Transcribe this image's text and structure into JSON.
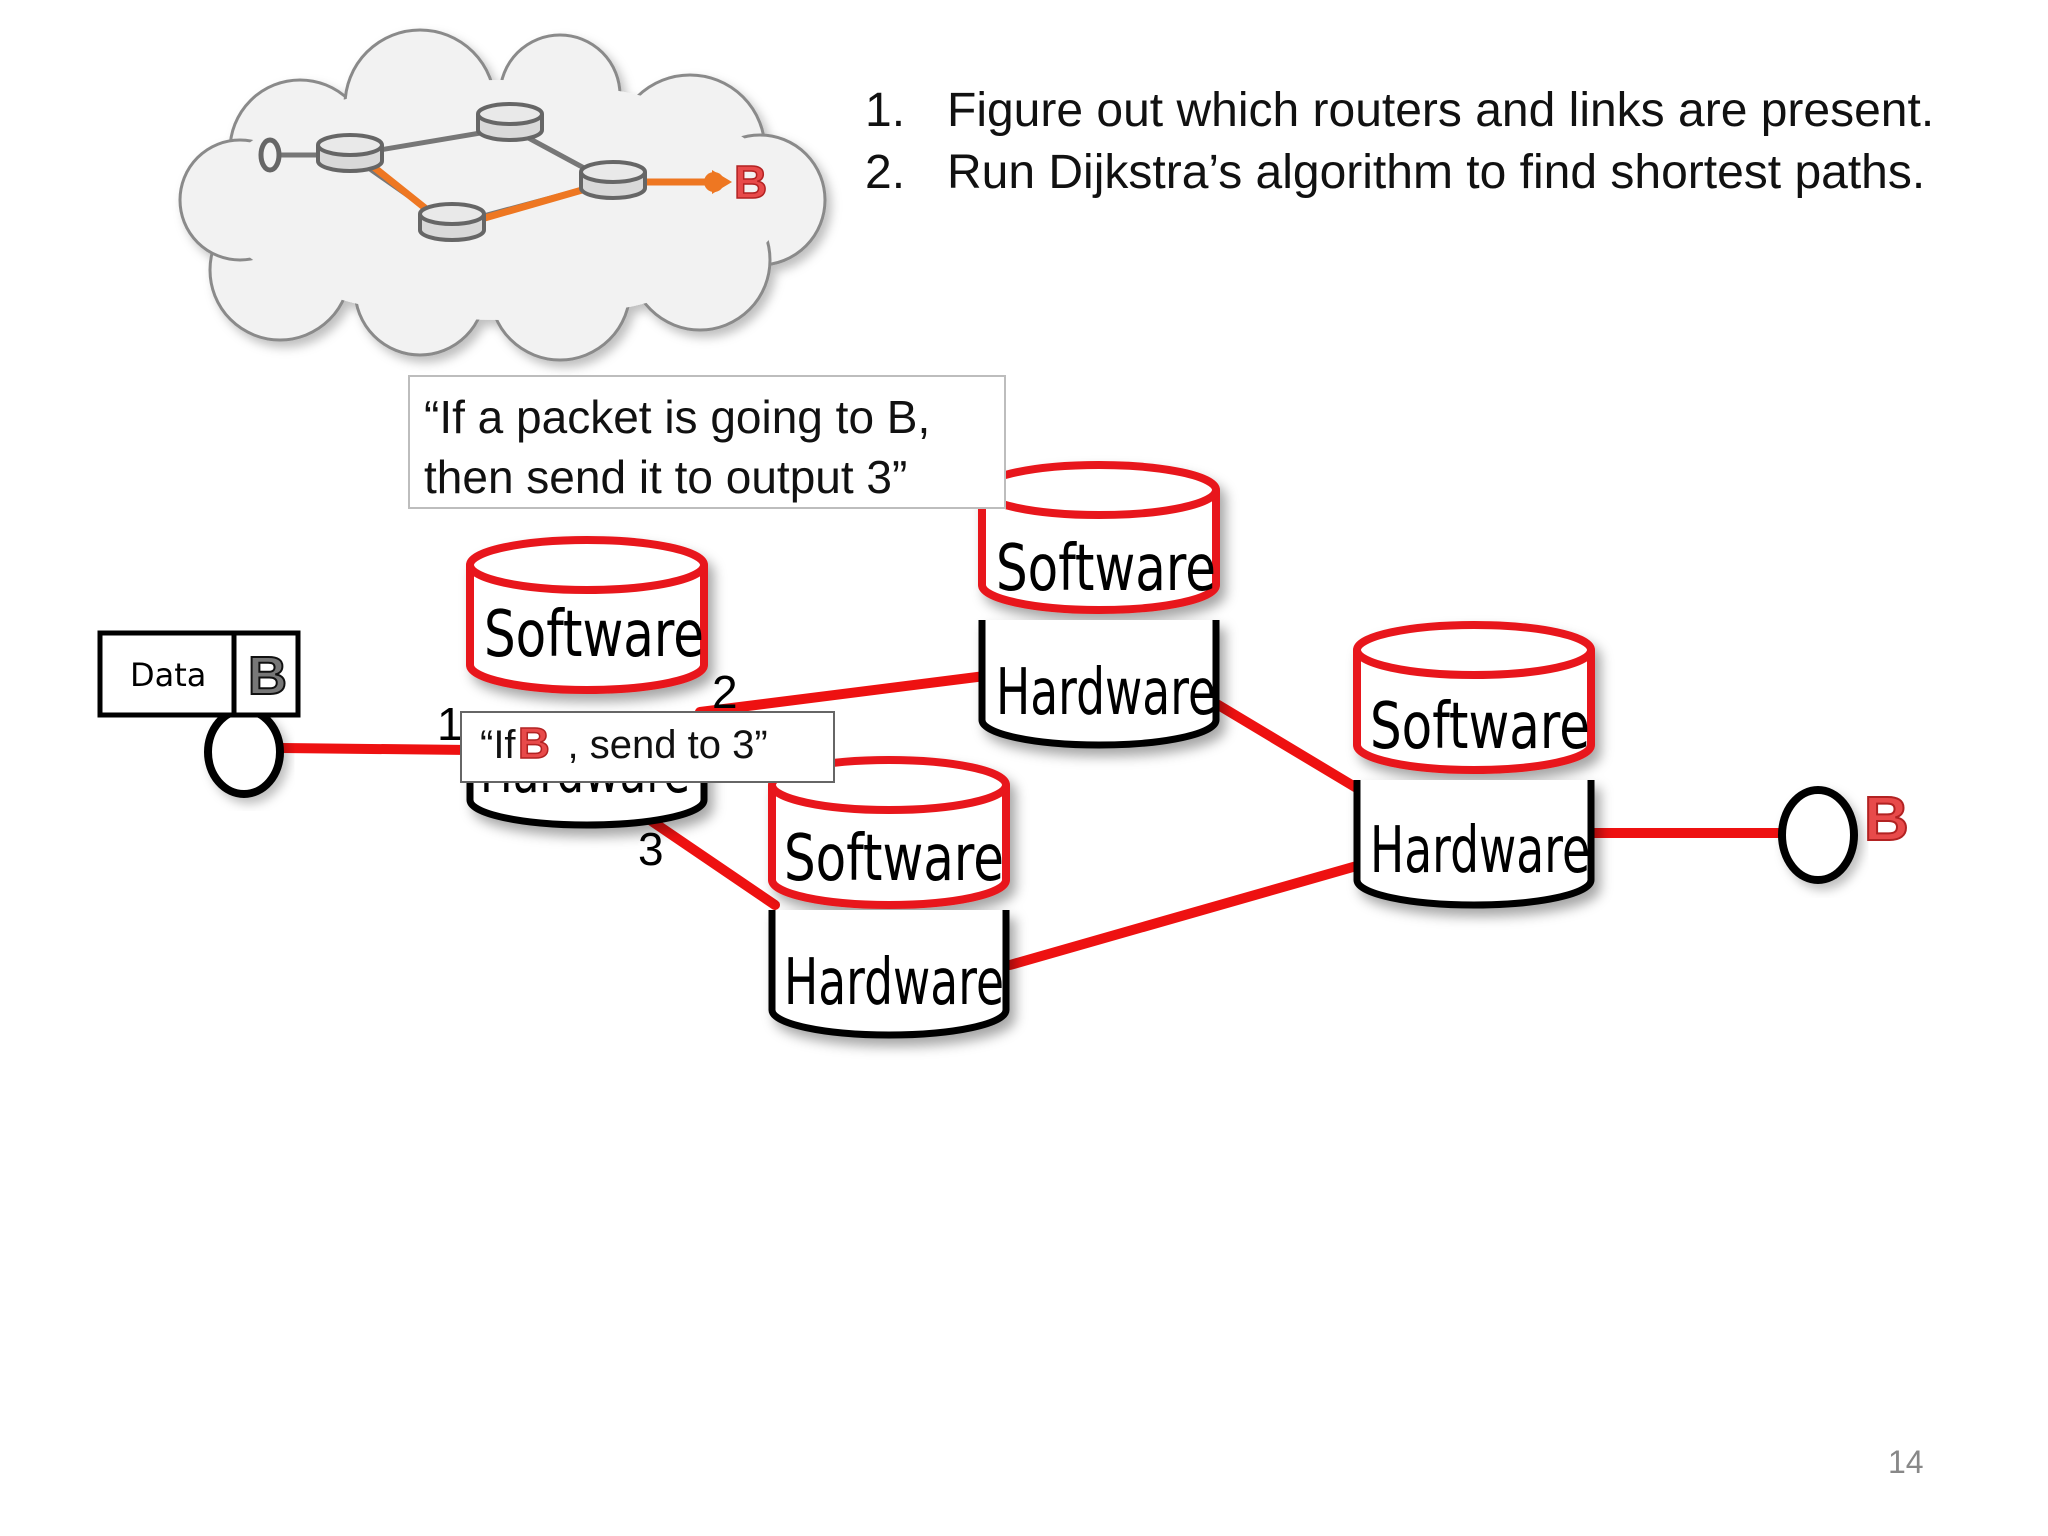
{
  "steps": [
    {
      "num": "1.",
      "text": "Figure out which routers and links are present."
    },
    {
      "num": "2.",
      "text": "Run Dijkstra’s algorithm to find shortest paths."
    }
  ],
  "callout": {
    "line1": "“If a packet is going to B,",
    "line2": "then send it to output 3”"
  },
  "rule": {
    "prefix": "“If",
    "suffix": ", send to 3”"
  },
  "packet": {
    "data_label": "Data",
    "dest_label": "B"
  },
  "destination_label": "B",
  "cloud_destination_label": "B",
  "router_labels": {
    "software": "Software",
    "hardware": "Hardware"
  },
  "ports": {
    "p1": "1",
    "p2": "2",
    "p3": "3"
  },
  "page_number": "14",
  "colors": {
    "link": "#ee1111",
    "router_highlight": "#e8191a",
    "cloud_path": "#ee7722",
    "b_fill": "#e84a4a",
    "cloud_fill": "#f2f2f2"
  }
}
